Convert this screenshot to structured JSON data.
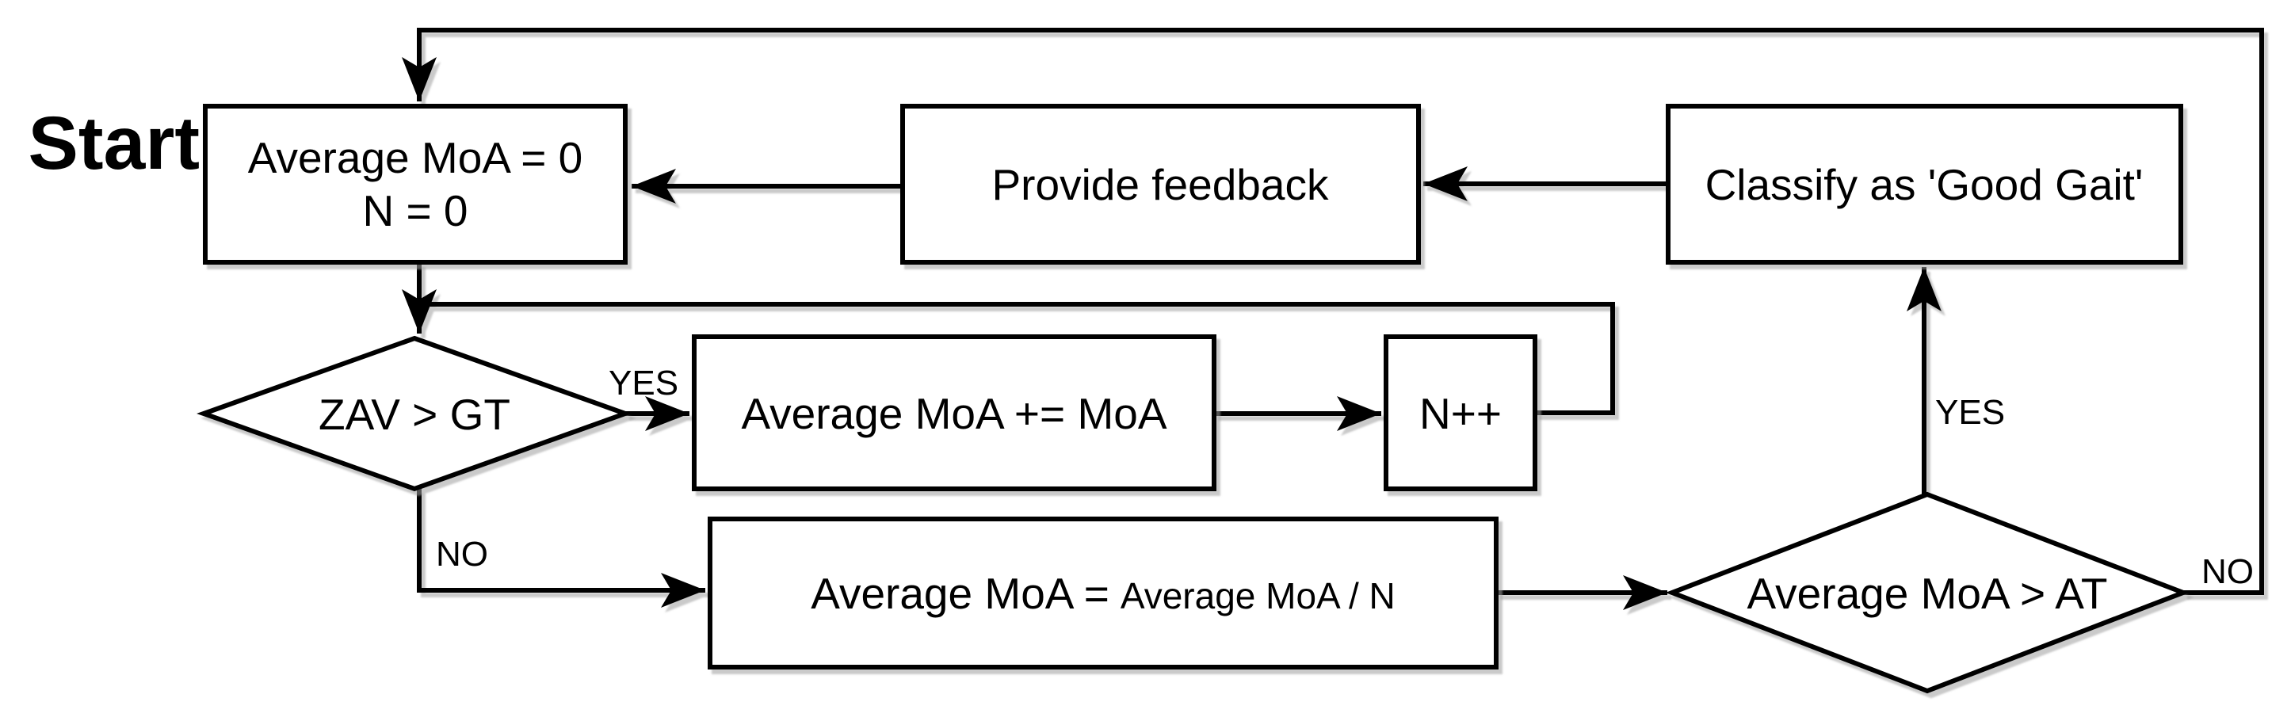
{
  "start_label": "Start",
  "nodes": {
    "init": {
      "line1": "Average MoA = 0",
      "line2": "N = 0"
    },
    "provide_feedback": {
      "label": "Provide feedback"
    },
    "classify_good_gait": {
      "label": "Classify as 'Good Gait'"
    },
    "zav_decision": {
      "label": "ZAV > GT"
    },
    "accumulate": {
      "label": "Average MoA += MoA"
    },
    "increment": {
      "label": "N++"
    },
    "average": {
      "label_main": "Average MoA =",
      "label_small": "Average MoA / N"
    },
    "at_decision": {
      "label": "Average MoA > AT"
    }
  },
  "edge_labels": {
    "zav_yes": "YES",
    "zav_no": "NO",
    "at_yes": "YES",
    "at_no": "NO"
  },
  "colors": {
    "stroke": "#000000",
    "fill": "#ffffff",
    "text": "#000000",
    "background": "#ffffff"
  }
}
